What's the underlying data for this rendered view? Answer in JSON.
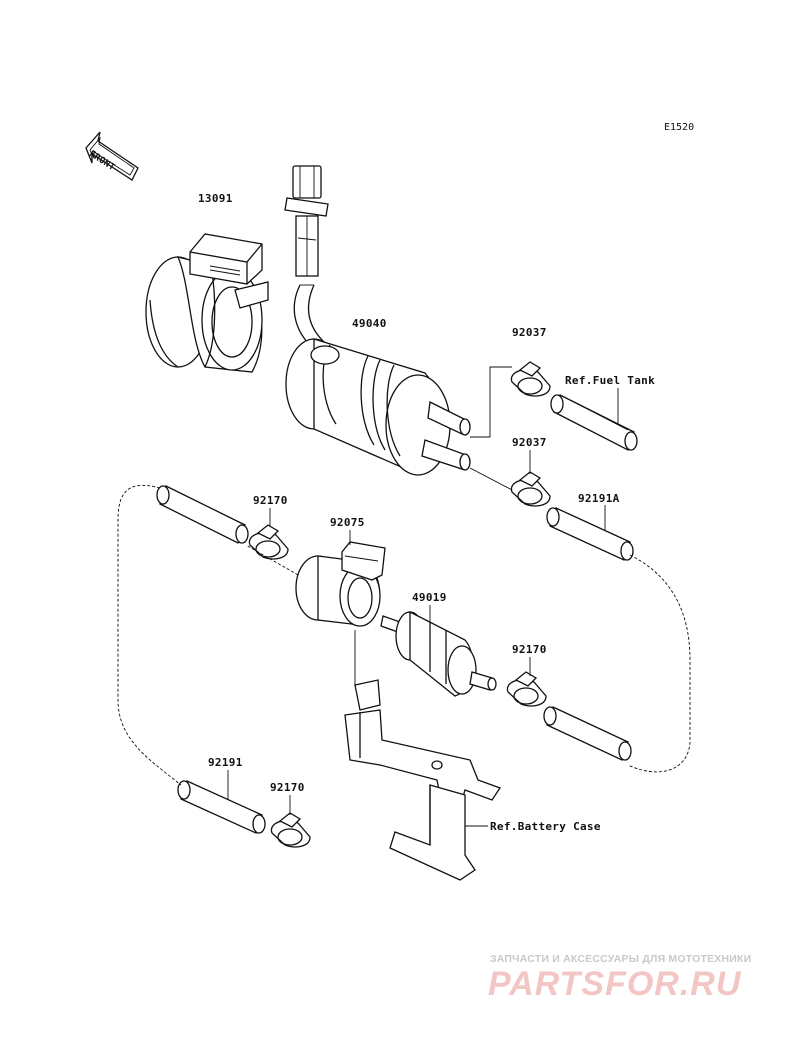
{
  "diagram": {
    "sheet_code": "E1520",
    "front_marker": "FRONT",
    "labels": {
      "part_13091": "13091",
      "part_49040": "49040",
      "part_92037_upper": "92037",
      "ref_fuel_tank": "Ref.Fuel Tank",
      "part_92037_lower": "92037",
      "part_92170_left": "92170",
      "part_92075": "92075",
      "part_92191a": "92191A",
      "part_49019": "49019",
      "part_92170_right": "92170",
      "part_92191": "92191",
      "part_92170_bottom": "92170",
      "ref_battery_case": "Ref.Battery Case"
    }
  },
  "watermark": {
    "subtitle": "ЗАПЧАСТИ И АКСЕССУАРЫ ДЛЯ МОТОТЕХНИКИ",
    "brand": "PARTSFOR.RU",
    "color": "#f3c6c6"
  }
}
